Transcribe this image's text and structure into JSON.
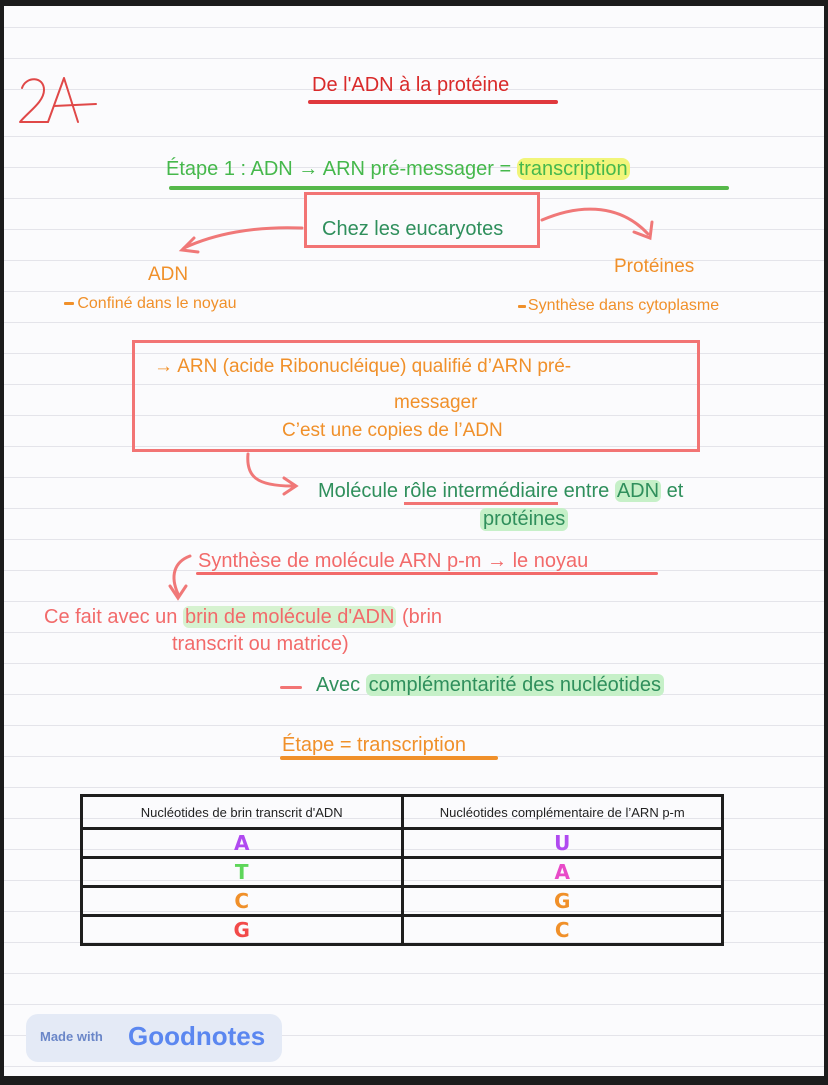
{
  "margin_tag": "2A",
  "title": "De l'ADN à la protéine",
  "step1": {
    "prefix": "Étape 1 : ADN → ARN pré-messager = ",
    "highlight": "transcription"
  },
  "box_eucaryotes": "Chez les eucaryotes",
  "adn_label": "ADN",
  "adn_note": "Confiné dans le noyau",
  "proteines_label": "Protéines",
  "proteines_note": "Synthèse dans cytoplasme",
  "arn_box": {
    "line1": "→ ARN (acide Ribonucléique) qualifié d’ARN pré-",
    "line2": "messager",
    "line3": "C’est une copies de l’ADN"
  },
  "molecule": {
    "part1": "Molécule ",
    "underlined": "rôle intermédiaire",
    "part2": " entre ",
    "highlight": "ADN",
    "part3": " et",
    "line2": "protéines"
  },
  "synthese": "Synthèse de molécule ARN p-m → le noyau",
  "ce_fait": {
    "part1": "Ce fait avec un ",
    "highlight": "brin de molécule d'ADN",
    "part2": " (brin",
    "line2": "transcrit ou matrice)"
  },
  "avec": {
    "prefix": "Avec ",
    "highlight": "complémentarité des nucléotides"
  },
  "etape": "Étape = transcription",
  "table": {
    "headers": [
      "Nucléotides de brin transcrit d'ADN",
      "Nucléotides complémentaire de l’ARN p-m"
    ],
    "rows": [
      {
        "dna": "A",
        "dna_color": "#b04af0",
        "rna": "U",
        "rna_color": "#b04af0"
      },
      {
        "dna": "T",
        "dna_color": "#5ed65a",
        "rna": "A",
        "rna_color": "#e84ac8"
      },
      {
        "dna": "C",
        "dna_color": "#f0902a",
        "rna": "G",
        "rna_color": "#f0902a"
      },
      {
        "dna": "G",
        "dna_color": "#f24a4a",
        "rna": "C",
        "rna_color": "#f0902a"
      }
    ]
  },
  "badge": {
    "made_with": "Made with",
    "brand": "Goodnotes"
  }
}
